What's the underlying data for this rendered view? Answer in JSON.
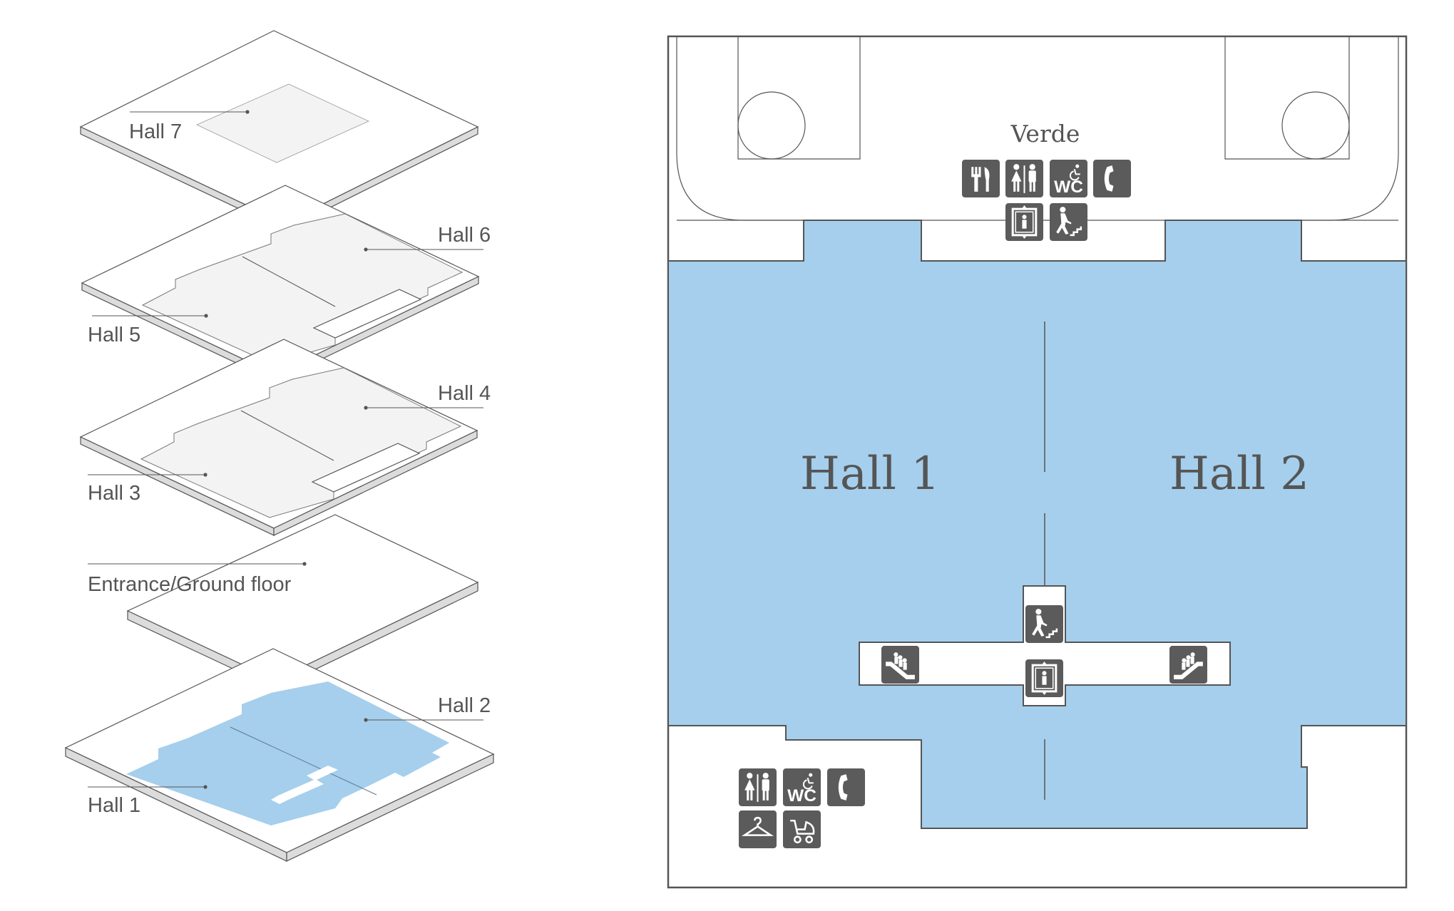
{
  "colors": {
    "hall_fill": "#a5cfec",
    "slab_face": "#ffffff",
    "slab_edge": "#dcdcdc",
    "hall_plate": "#f3f3f3",
    "line": "#555555",
    "icon_bg": "#5b5b5b"
  },
  "exploded_view": {
    "levels": [
      {
        "id": "hall7",
        "labels": [
          "Hall 7"
        ]
      },
      {
        "id": "hall5-6",
        "labels": [
          "Hall 6",
          "Hall 5"
        ]
      },
      {
        "id": "hall3-4",
        "labels": [
          "Hall 4",
          "Hall 3"
        ]
      },
      {
        "id": "ground",
        "labels": [
          "Entrance/Ground floor"
        ]
      },
      {
        "id": "hall1-2",
        "labels": [
          "Hall 2",
          "Hall 1"
        ]
      }
    ]
  },
  "floor_plan": {
    "top_area_label": "Verde",
    "halls": [
      "Hall 1",
      "Hall 2"
    ],
    "top_icons": [
      "restaurant-icon",
      "restroom-icon",
      "accessible-wc-icon",
      "phone-icon",
      "elevator-icon",
      "stairs-icon"
    ],
    "center_icons": [
      "stairs-icon",
      "escalator-left-icon",
      "elevator-icon",
      "escalator-right-icon"
    ],
    "bottom_icons": [
      "restroom-icon",
      "accessible-wc-icon",
      "phone-icon",
      "cloakroom-icon",
      "stroller-icon"
    ],
    "wc_label": "WC"
  }
}
